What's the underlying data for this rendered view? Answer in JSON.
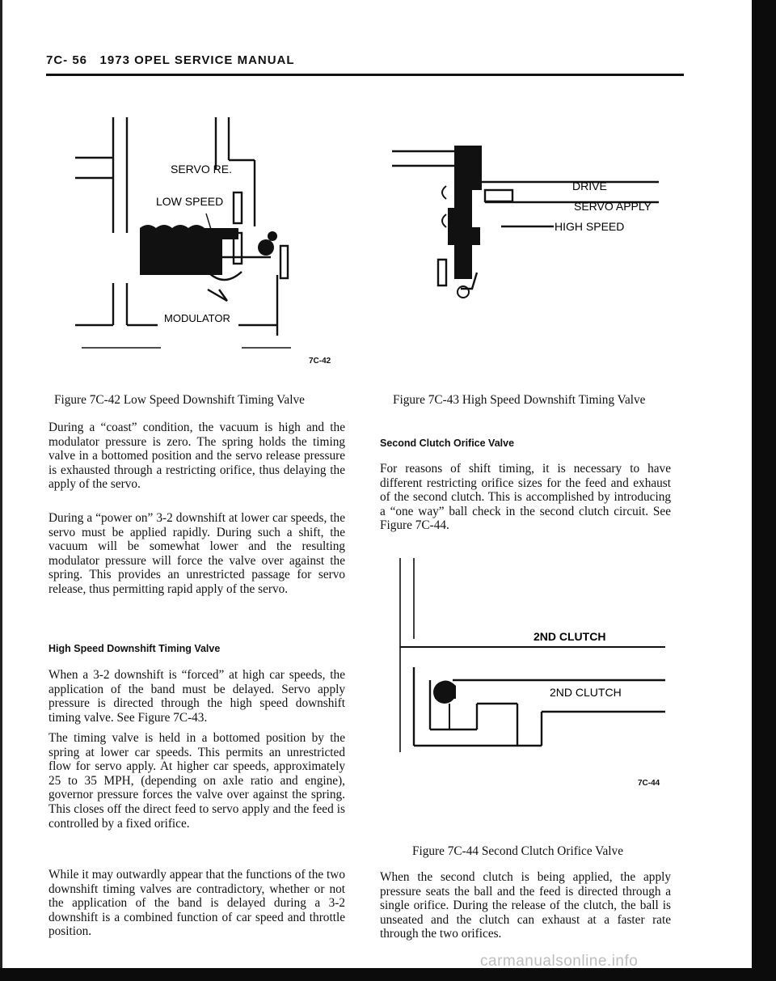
{
  "header": {
    "page": "7C- 56",
    "title": "1973 OPEL SERVICE MANUAL"
  },
  "fig42": {
    "labels": {
      "servo": "SERVO RE.",
      "low": "LOW SPEED",
      "modulator": "MODULATOR"
    },
    "number": "7C-42",
    "caption": "Figure 7C-42 Low Speed Downshift Timing Valve"
  },
  "fig43": {
    "labels": {
      "drive": "DRIVE",
      "servo": "SERVO APPLY",
      "high": "HIGH SPEED"
    },
    "caption": "Figure 7C-43 High Speed Downshift Timing Valve"
  },
  "fig44": {
    "labels": {
      "top": "2ND CLUTCH",
      "mid": "2ND CLUTCH"
    },
    "number": "7C-44",
    "caption": "Figure 7C-44 Second Clutch Orifice Valve"
  },
  "left": {
    "p1": "During a “coast” condition, the vacuum is high and the modulator pressure is zero. The spring holds the timing valve in a bottomed position and the servo release pressure is exhausted through a restricting orifice, thus delaying the apply of the servo.",
    "p2": "During a “power on” 3-2 downshift at lower car speeds, the servo must be applied rapidly. During such a shift, the vacuum will be somewhat lower and the resulting modulator pressure will force the valve over against the spring. This provides an unrestricted passage for servo release, thus permitting rapid apply of the servo.",
    "h1": "High Speed Downshift Timing Valve",
    "p3": "When a 3-2 downshift is “forced” at high car speeds, the application of the band must be delayed. Servo apply pressure is directed through the high speed downshift timing valve. See Figure 7C-43.",
    "p4": "The timing valve is held in a bottomed position by the spring at lower car speeds. This permits an unrestricted flow for servo apply. At higher car speeds, approximately 25 to 35 MPH, (depending on axle ratio and engine), governor pressure forces the valve over against the spring. This closes off the direct feed to servo apply and the feed is controlled by a fixed orifice.",
    "p5": "While it may outwardly appear that the functions of the two downshift timing valves are contradictory, whether or not the application of the band is delayed during a 3-2 downshift is a combined function of car speed and throttle position."
  },
  "right": {
    "h1": "Second Clutch Orifice Valve",
    "p1": "For reasons of shift timing, it is necessary to have different restricting orifice sizes for the feed and exhaust of the second clutch. This is accomplished by introducing a “one way” ball check in the second clutch circuit. See Figure 7C-44.",
    "p2": "When the second clutch is being applied, the apply pressure seats the ball and the feed is directed through a single orifice. During the release of the clutch, the ball is unseated and the clutch can exhaust at a faster rate through the two orifices."
  },
  "watermark": "carmanualsonline.info"
}
